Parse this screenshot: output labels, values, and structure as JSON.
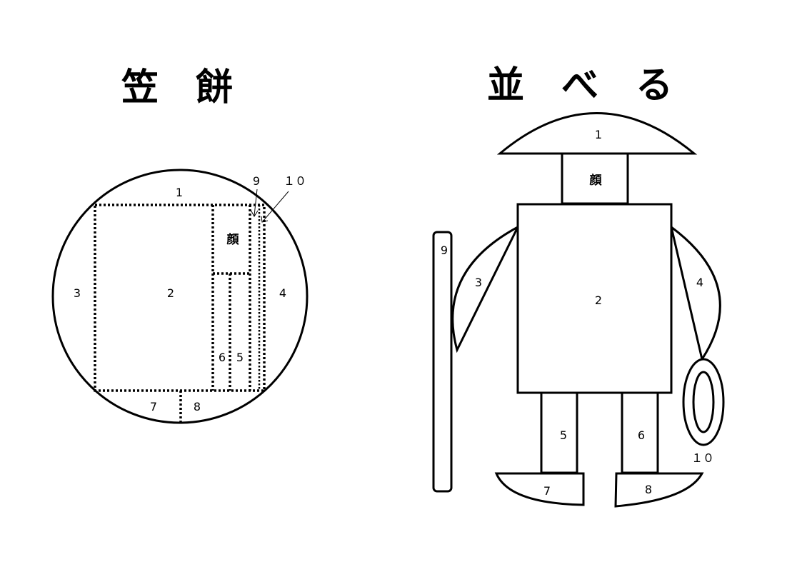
{
  "left_title": "笠　餅",
  "right_title": "並　べ　る",
  "left_diagram": {
    "labels": {
      "p1": "1",
      "p2": "2",
      "p3": "3",
      "p4": "4",
      "p5": "5",
      "p6": "6",
      "p7": "7",
      "p8": "8",
      "p9": "9",
      "p10": "１０",
      "face": "顔"
    }
  },
  "right_diagram": {
    "labels": {
      "hat": "1",
      "body": "2",
      "left_arm": "3",
      "right_arm": "4",
      "left_leg": "5",
      "right_leg": "6",
      "left_foot": "7",
      "right_foot": "8",
      "staff": "9",
      "ring": "１０",
      "face": "顔"
    }
  }
}
